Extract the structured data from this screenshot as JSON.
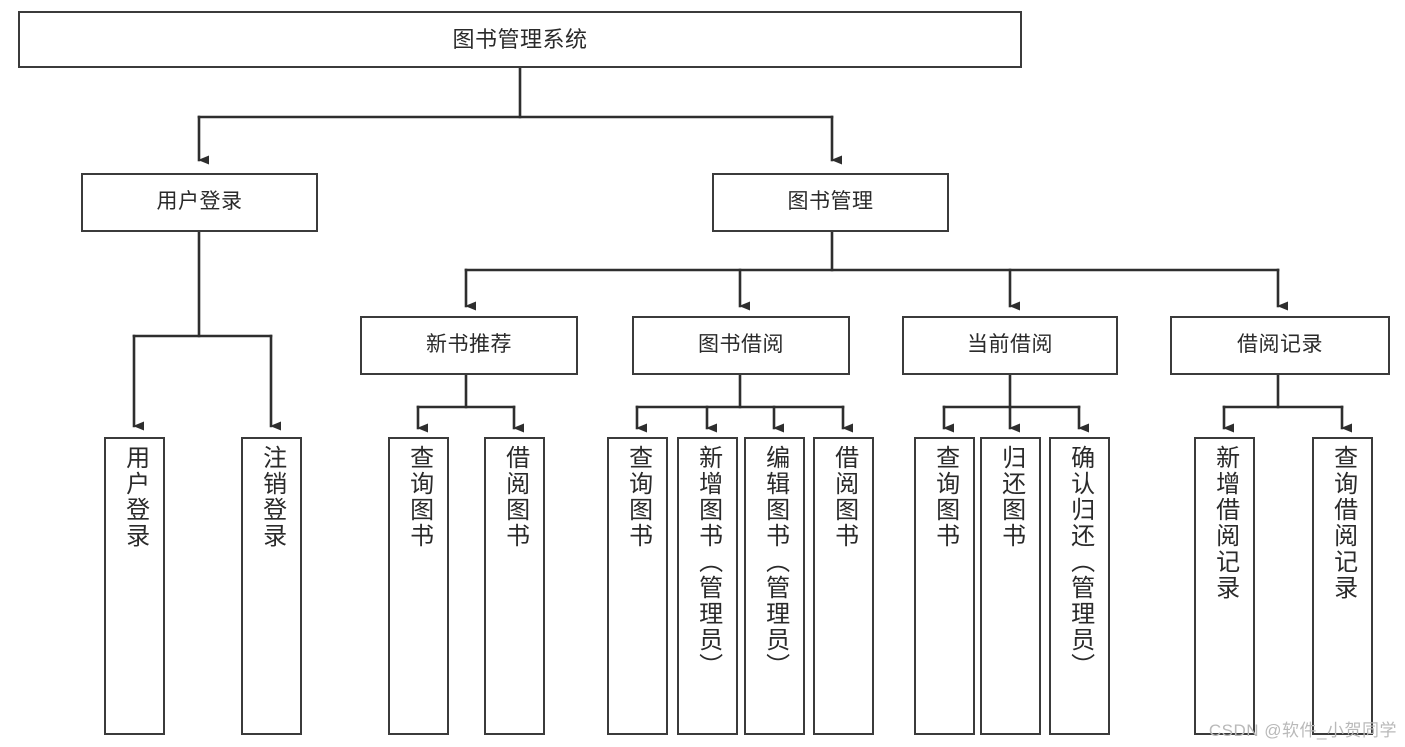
{
  "diagram": {
    "type": "tree-hierarchy",
    "title": "图书管理系统",
    "watermark": "CSDN @软件_小贺同学",
    "colors": {
      "stroke": "#3b3b3b",
      "box_fill": "#ffffff",
      "text": "#2a2a2a",
      "background": "#ffffff",
      "watermark": "#b9b9b9"
    },
    "nodes": {
      "root": {
        "label": "图书管理系统"
      },
      "level1": [
        {
          "id": "user-login",
          "label": "用户登录"
        },
        {
          "id": "book-manage",
          "label": "图书管理"
        }
      ],
      "level2": [
        {
          "id": "new-book-rec",
          "label": "新书推荐"
        },
        {
          "id": "book-borrow",
          "label": "图书借阅"
        },
        {
          "id": "current-borrow",
          "label": "当前借阅"
        },
        {
          "id": "borrow-record",
          "label": "借阅记录"
        }
      ],
      "leaves": {
        "user-login": [
          {
            "id": "leaf-user-login",
            "label": "用户登录"
          },
          {
            "id": "leaf-logout",
            "label": "注销登录"
          }
        ],
        "new-book-rec": [
          {
            "id": "leaf-query-book-1",
            "label": "查询图书"
          },
          {
            "id": "leaf-borrow-book-1",
            "label": "借阅图书"
          }
        ],
        "book-borrow": [
          {
            "id": "leaf-query-book-2",
            "label": "查询图书"
          },
          {
            "id": "leaf-add-book",
            "label": "新增图书（管理员）"
          },
          {
            "id": "leaf-edit-book",
            "label": "编辑图书（管理员）"
          },
          {
            "id": "leaf-borrow-book-2",
            "label": "借阅图书"
          }
        ],
        "current-borrow": [
          {
            "id": "leaf-query-book-3",
            "label": "查询图书"
          },
          {
            "id": "leaf-return-book",
            "label": "归还图书"
          },
          {
            "id": "leaf-confirm-return",
            "label": "确认归还（管理员）"
          }
        ],
        "borrow-record": [
          {
            "id": "leaf-add-record",
            "label": "新增借阅记录"
          },
          {
            "id": "leaf-query-record",
            "label": "查询借阅记录"
          }
        ]
      }
    }
  }
}
